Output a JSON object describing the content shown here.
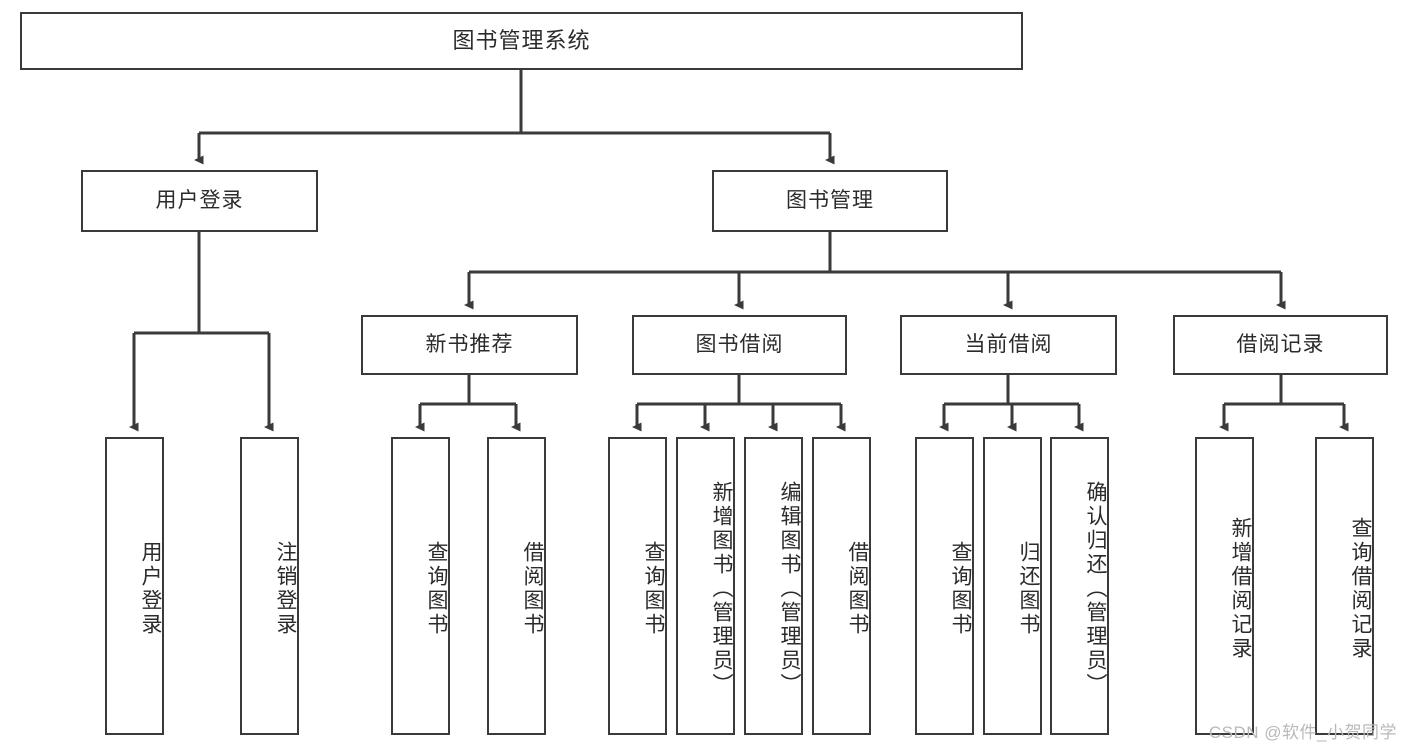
{
  "diagram": {
    "title": "图书管理系统",
    "watermark": "CSDN @软件_小贺同学",
    "style": {
      "box_border_color": "#3a3a3a",
      "box_fill": "#ffffff",
      "connector_color": "#3a3a3a",
      "background": "#ffffff",
      "watermark_color": "#b9b9b9"
    },
    "root": {
      "label": "图书管理系统"
    },
    "level2": [
      {
        "label": "用户登录"
      },
      {
        "label": "图书管理"
      }
    ],
    "level3": [
      {
        "label": "新书推荐"
      },
      {
        "label": "图书借阅"
      },
      {
        "label": "当前借阅"
      },
      {
        "label": "借阅记录"
      }
    ],
    "leaves": {
      "user_login": [
        {
          "label": "用户登录"
        },
        {
          "label": "注销登录"
        }
      ],
      "new_book_recommend": [
        {
          "label": "查询图书"
        },
        {
          "label": "借阅图书"
        }
      ],
      "book_borrow": [
        {
          "label": "查询图书"
        },
        {
          "label": "新增图书（管理员）"
        },
        {
          "label": "编辑图书（管理员）"
        },
        {
          "label": "借阅图书"
        }
      ],
      "current_borrow": [
        {
          "label": "查询图书"
        },
        {
          "label": "归还图书"
        },
        {
          "label": "确认归还（管理员）"
        }
      ],
      "borrow_records": [
        {
          "label": "新增借阅记录"
        },
        {
          "label": "查询借阅记录"
        }
      ]
    }
  },
  "chart_data": {
    "type": "tree",
    "title": "图书管理系统",
    "orientation": "top-down",
    "levels": 4,
    "nodes": [
      {
        "id": "root",
        "label": "图书管理系统",
        "level": 0,
        "parent": null
      },
      {
        "id": "n1",
        "label": "用户登录",
        "level": 1,
        "parent": "root"
      },
      {
        "id": "n2",
        "label": "图书管理",
        "level": 1,
        "parent": "root"
      },
      {
        "id": "n1a",
        "label": "用户登录",
        "level": 2,
        "parent": "n1"
      },
      {
        "id": "n1b",
        "label": "注销登录",
        "level": 2,
        "parent": "n1"
      },
      {
        "id": "n2a",
        "label": "新书推荐",
        "level": 2,
        "parent": "n2"
      },
      {
        "id": "n2b",
        "label": "图书借阅",
        "level": 2,
        "parent": "n2"
      },
      {
        "id": "n2c",
        "label": "当前借阅",
        "level": 2,
        "parent": "n2"
      },
      {
        "id": "n2d",
        "label": "借阅记录",
        "level": 2,
        "parent": "n2"
      },
      {
        "id": "n2a1",
        "label": "查询图书",
        "level": 3,
        "parent": "n2a"
      },
      {
        "id": "n2a2",
        "label": "借阅图书",
        "level": 3,
        "parent": "n2a"
      },
      {
        "id": "n2b1",
        "label": "查询图书",
        "level": 3,
        "parent": "n2b"
      },
      {
        "id": "n2b2",
        "label": "新增图书（管理员）",
        "level": 3,
        "parent": "n2b"
      },
      {
        "id": "n2b3",
        "label": "编辑图书（管理员）",
        "level": 3,
        "parent": "n2b"
      },
      {
        "id": "n2b4",
        "label": "借阅图书",
        "level": 3,
        "parent": "n2b"
      },
      {
        "id": "n2c1",
        "label": "查询图书",
        "level": 3,
        "parent": "n2c"
      },
      {
        "id": "n2c2",
        "label": "归还图书",
        "level": 3,
        "parent": "n2c"
      },
      {
        "id": "n2c3",
        "label": "确认归还（管理员）",
        "level": 3,
        "parent": "n2c"
      },
      {
        "id": "n2d1",
        "label": "新增借阅记录",
        "level": 3,
        "parent": "n2d"
      },
      {
        "id": "n2d2",
        "label": "查询借阅记录",
        "level": 3,
        "parent": "n2d"
      }
    ]
  }
}
